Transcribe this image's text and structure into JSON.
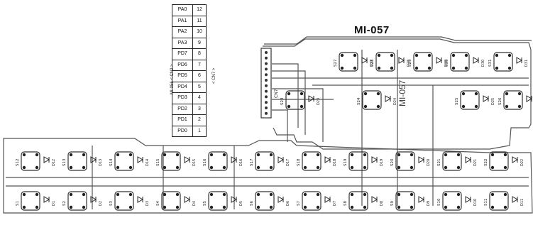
{
  "board_title": "MI-057",
  "board_marking": "MI-057",
  "connector_left_label": "MI-056 < CN2 >",
  "connector_right_label": "< CN7 >",
  "connector_label": "CN7",
  "pins": [
    {
      "signal": "PA0",
      "pin": "12"
    },
    {
      "signal": "PA1",
      "pin": "11"
    },
    {
      "signal": "PA2",
      "pin": "10"
    },
    {
      "signal": "PA3",
      "pin": "9"
    },
    {
      "signal": "PD7",
      "pin": "8"
    },
    {
      "signal": "PD6",
      "pin": "7"
    },
    {
      "signal": "PD5",
      "pin": "6"
    },
    {
      "signal": "PD4",
      "pin": "5"
    },
    {
      "signal": "PD3",
      "pin": "4"
    },
    {
      "signal": "PD2",
      "pin": "3"
    },
    {
      "signal": "PD1",
      "pin": "2"
    },
    {
      "signal": "PD0",
      "pin": "1"
    }
  ],
  "switches": [
    {
      "label": "S27",
      "diode": "D27"
    },
    {
      "label": "S28",
      "diode": "D28"
    },
    {
      "label": "S29",
      "diode": "D29"
    },
    {
      "label": "S30",
      "diode": "D30"
    },
    {
      "label": "S31",
      "diode": "D31"
    },
    {
      "label": "S23",
      "diode": "D23"
    },
    {
      "label": "S24",
      "diode": "D24"
    },
    {
      "label": "S25",
      "diode": "D25"
    },
    {
      "label": "S26",
      "diode": "D26"
    },
    {
      "label": "S12",
      "diode": "D12"
    },
    {
      "label": "S13",
      "diode": "D13"
    },
    {
      "label": "S14",
      "diode": "D14"
    },
    {
      "label": "S15",
      "diode": "D15"
    },
    {
      "label": "S16",
      "diode": "D16"
    },
    {
      "label": "S17",
      "diode": "D17"
    },
    {
      "label": "S18",
      "diode": "D18"
    },
    {
      "label": "S19",
      "diode": "D19"
    },
    {
      "label": "S20",
      "diode": "D20"
    },
    {
      "label": "S21",
      "diode": "D21"
    },
    {
      "label": "S22",
      "diode": "D22"
    },
    {
      "label": "S1",
      "diode": "D1"
    },
    {
      "label": "S2",
      "diode": "D2"
    },
    {
      "label": "S3",
      "diode": "D3"
    },
    {
      "label": "S4",
      "diode": "D4"
    },
    {
      "label": "S5",
      "diode": "D5"
    },
    {
      "label": "S6",
      "diode": "D6"
    },
    {
      "label": "S7",
      "diode": "D7"
    },
    {
      "label": "S8",
      "diode": "D8"
    },
    {
      "label": "S9",
      "diode": "D9"
    },
    {
      "label": "S10",
      "diode": "D10"
    },
    {
      "label": "S11",
      "diode": "D11"
    }
  ]
}
